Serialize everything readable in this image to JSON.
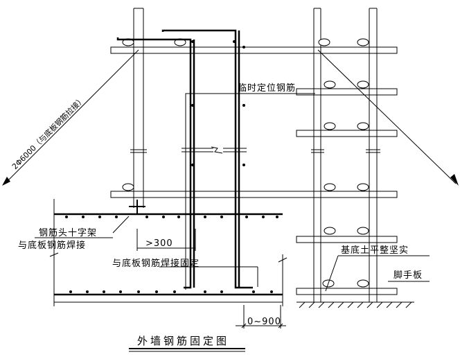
{
  "title": "外墙钢筋固定图",
  "labels": {
    "temp_rebar": "临时定位钢筋",
    "rebar_cross_line1": "钢筋头十字架",
    "rebar_cross_line2": "与底板钢筋焊接",
    "dim_300": ">300",
    "weld_fixed": "与底板钢筋焊接固定",
    "base_soil": "基底土平整坚实",
    "scaffold_board": "脚手板",
    "dim_0_900": "0~900",
    "diag_tie": "2Φ6000（与底板钢筋拉接）"
  }
}
